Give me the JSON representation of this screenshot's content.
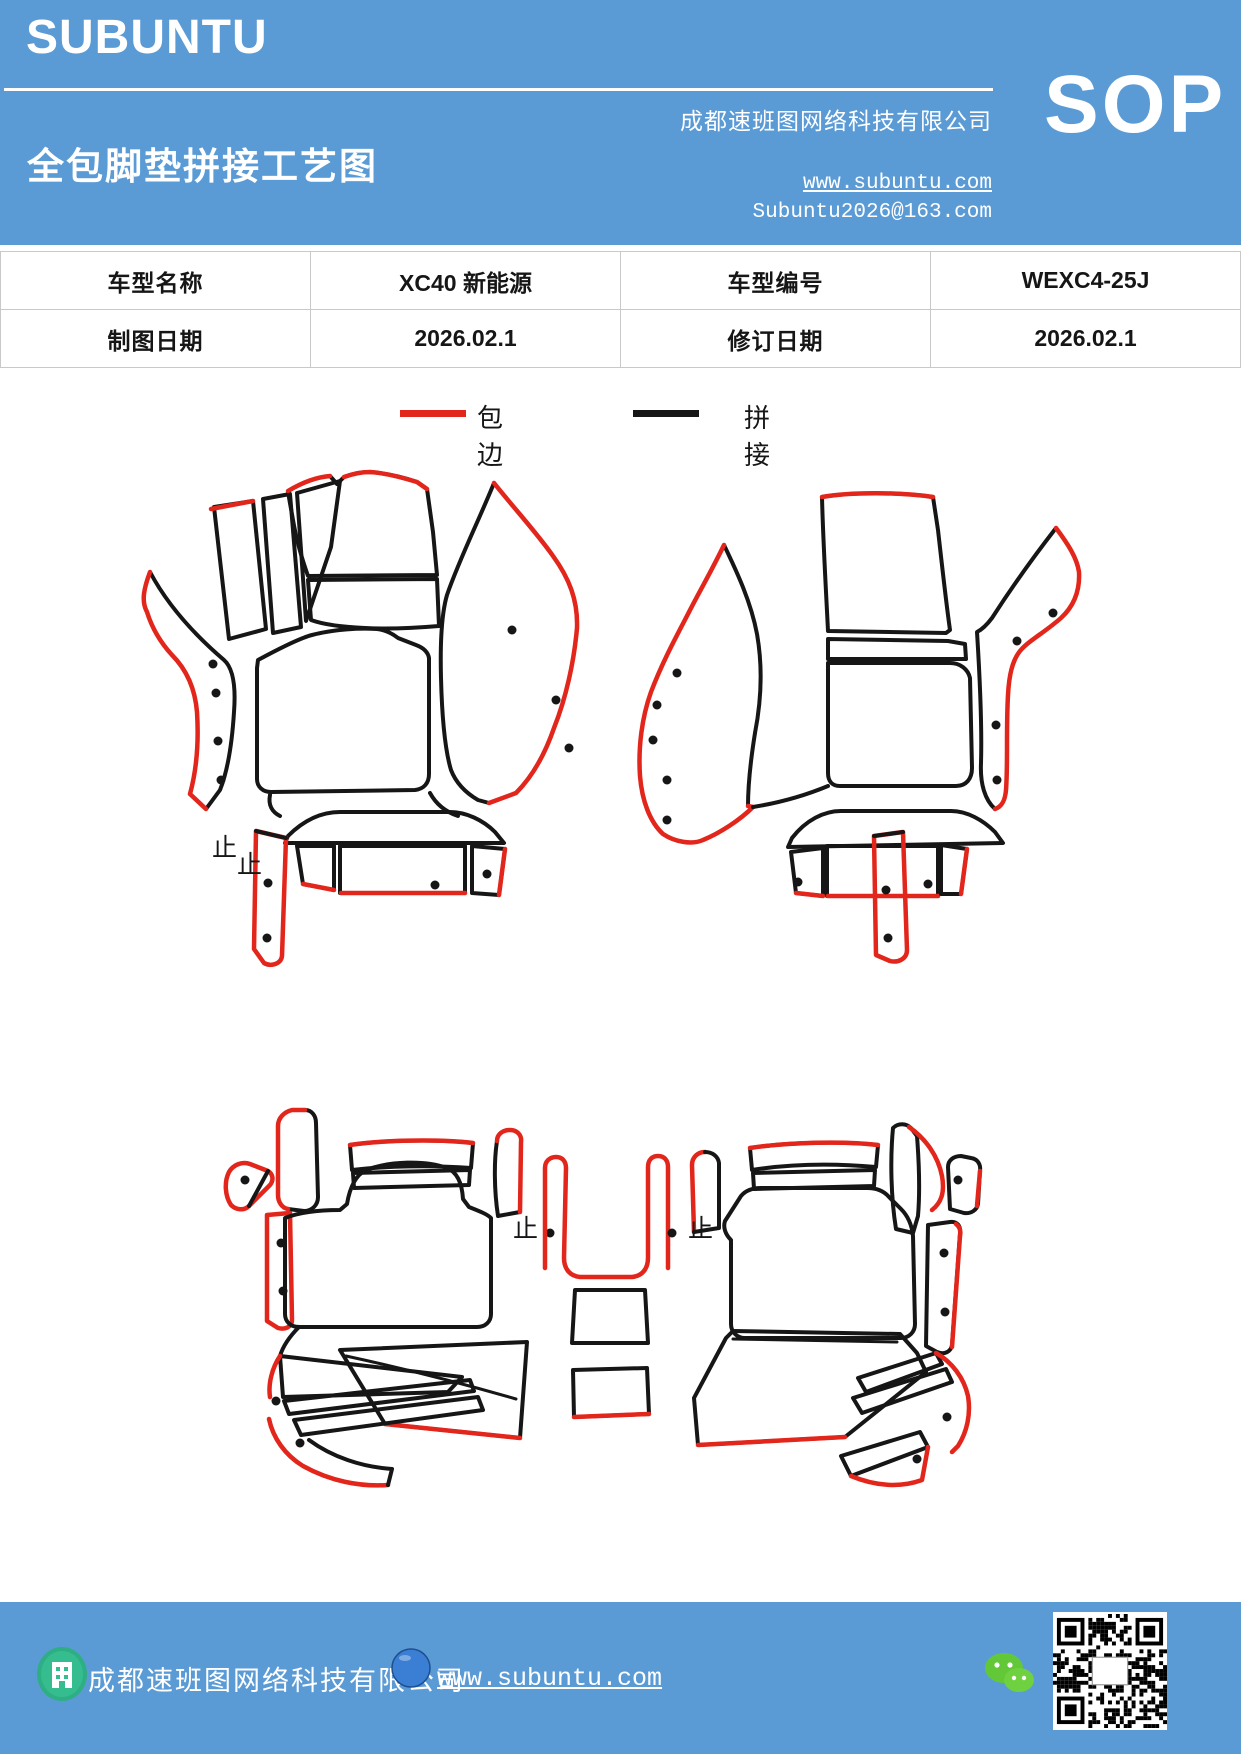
{
  "header": {
    "brand": "SUBUNTU",
    "title": "全包脚垫拼接工艺图",
    "company": "成都速班图网络科技有限公司",
    "website": "www.subuntu.com",
    "email": "Subuntu2026@163.com",
    "doc_type": "SOP",
    "accent_color": "#5b9bd5"
  },
  "info_table": {
    "rows": [
      [
        "车型名称",
        "XC40 新能源",
        "车型编号",
        "WEXC4-25J"
      ],
      [
        "制图日期",
        "2026.02.1",
        "修订日期",
        "2026.02.1"
      ]
    ]
  },
  "legend": {
    "items": [
      {
        "label": "包边",
        "color": "#e2261b"
      },
      {
        "label": "拼接",
        "color": "#161616"
      }
    ]
  },
  "diagram": {
    "stop_mark": "止",
    "binding_color": "#e2261b",
    "stitch_color": "#161616",
    "groups": [
      "front-left-mat-pattern",
      "front-right-mat-pattern",
      "rear-mat-pattern"
    ]
  },
  "footer": {
    "company": "成都速班图网络科技有限公司",
    "website": "www.subuntu.com",
    "icons": [
      "building-icon",
      "globe-icon",
      "wechat-icon",
      "qr-code"
    ]
  }
}
